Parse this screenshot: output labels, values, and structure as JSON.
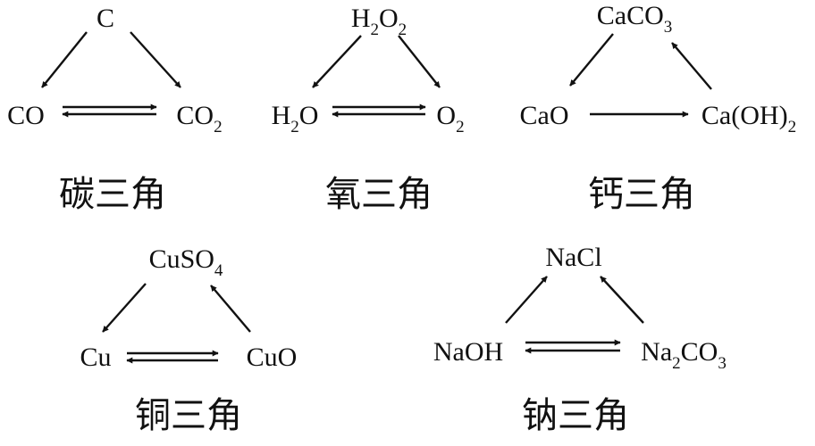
{
  "diagrams": [
    {
      "caption": "碳三角",
      "nodes": {
        "top": {
          "text": "C"
        },
        "left": {
          "text": "CO"
        },
        "right": {
          "text": "CO",
          "sub": "2"
        }
      }
    },
    {
      "caption": "氧三角",
      "nodes": {
        "top": {
          "text": "H",
          "sub": "2",
          "text2": "O",
          "sub2": "2"
        },
        "left": {
          "text": "H",
          "sub": "2",
          "text2": "O"
        },
        "right": {
          "text": "O",
          "sub": "2"
        }
      }
    },
    {
      "caption": "钙三角",
      "nodes": {
        "top": {
          "text": "CaCO",
          "sub": "3"
        },
        "left": {
          "text": "CaO"
        },
        "right": {
          "text": "Ca(OH)",
          "sub": "2"
        }
      }
    },
    {
      "caption": "铜三角",
      "nodes": {
        "top": {
          "text": "CuSO",
          "sub": "4"
        },
        "left": {
          "text": "Cu"
        },
        "right": {
          "text": "CuO"
        }
      }
    },
    {
      "caption": "钠三角",
      "nodes": {
        "top": {
          "text": "NaCl"
        },
        "left": {
          "text": "NaOH"
        },
        "right": {
          "text": "Na",
          "sub": "2",
          "text2": "CO",
          "sub2": "3"
        }
      }
    }
  ]
}
